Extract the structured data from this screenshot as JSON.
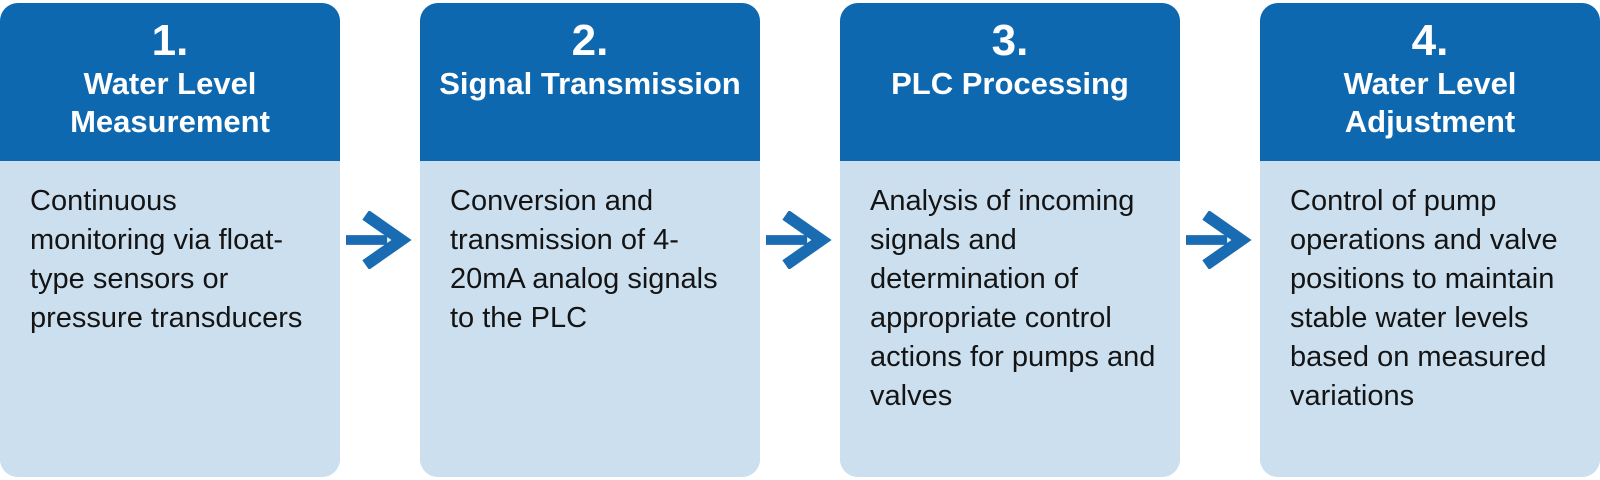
{
  "diagram": {
    "type": "process-flow",
    "steps": [
      {
        "number": "1.",
        "title": "Water Level Measurement",
        "description": "Continuous monitoring via float-type sensors or pressure transducers"
      },
      {
        "number": "2.",
        "title": "Signal Transmission",
        "description": "Conversion and transmission of 4-20mA analog signals to the PLC"
      },
      {
        "number": "3.",
        "title": "PLC Processing",
        "description": "Analysis of incoming signals and determination of appropriate control actions for pumps and valves"
      },
      {
        "number": "4.",
        "title": "Water Level Adjustment",
        "description": "Control of pump operations and valve positions to maintain stable water levels based on measured variations"
      }
    ],
    "connector_icon": "right-arrow",
    "colors": {
      "header_bg": "#0E68B0",
      "header_text": "#FFFFFF",
      "body_bg": "#CBDFEF",
      "body_text": "#141414",
      "arrow": "#1A6CB2"
    }
  }
}
